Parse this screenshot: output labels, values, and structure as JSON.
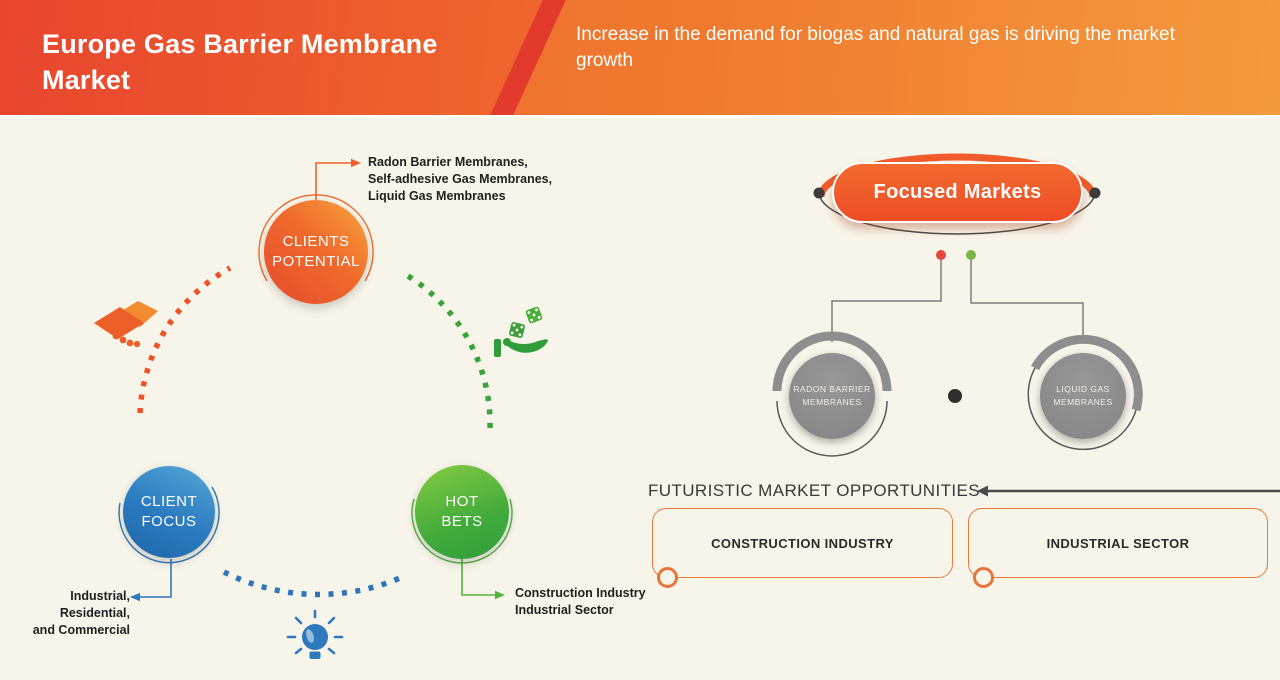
{
  "header": {
    "title": "Europe Gas Barrier Membrane\nMarket",
    "subtitle": "Increase in the demand for biogas and natural gas is driving the market growth"
  },
  "diagram": {
    "potential": {
      "label": "CLIENTS\nPOTENTIAL",
      "note": "Radon Barrier Membranes,\nSelf-adhesive Gas Membranes,\nLiquid Gas Membranes"
    },
    "focus": {
      "label": "CLIENT\nFOCUS",
      "note": "Industrial, Residential,\nand Commercial"
    },
    "hot_bets": {
      "label": "HOT\nBETS",
      "note": "Construction Industry\nIndustrial Sector"
    }
  },
  "focused_markets": {
    "title": "Focused Markets",
    "children": [
      {
        "label": "RADON BARRIER\nMEMBRANES"
      },
      {
        "label": "LIQUID GAS\nMEMBRANES"
      }
    ]
  },
  "futuristic": {
    "title": "FUTURISTIC MARKET OPPORTUNITIES",
    "items": [
      {
        "label": "CONSTRUCTION INDUSTRY"
      },
      {
        "label": "INDUSTRIAL SECTOR"
      }
    ]
  },
  "colors": {
    "accent_orange": "#f05a28",
    "accent_blue": "#2e78bc",
    "accent_green": "#42ab3b",
    "gray_node": "#8d8d8d",
    "red_dot": "#e2453a",
    "green_dot": "#79b54a",
    "background": "#f7f4e9"
  }
}
